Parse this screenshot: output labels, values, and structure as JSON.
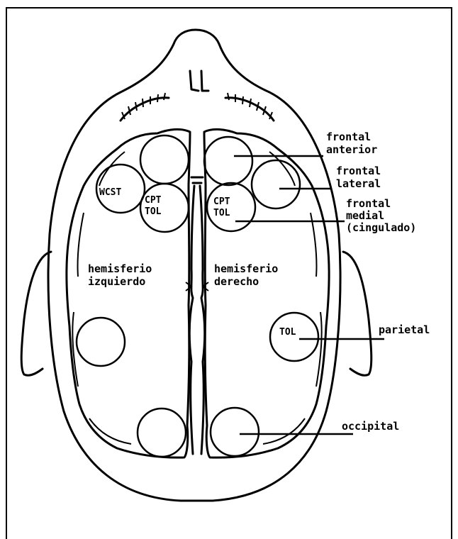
{
  "diagram": {
    "labels": {
      "frontal_anterior": [
        "frontal",
        "anterior"
      ],
      "frontal_lateral": [
        "frontal",
        "lateral"
      ],
      "frontal_medial": [
        "frontal",
        "medial",
        "(cingulado)"
      ],
      "parietal": "parietal",
      "occipital": "occipital",
      "left_hemisphere": [
        "hemisferio",
        "izquierdo"
      ],
      "right_hemisphere": [
        "hemisferio",
        "derecho"
      ]
    },
    "test_markers": {
      "wcst": "WCST",
      "cpt_tol_left": [
        "CPT",
        "TOL"
      ],
      "cpt_tol_right": [
        "CPT",
        "TOL"
      ],
      "tol_parietal": "TOL"
    }
  }
}
